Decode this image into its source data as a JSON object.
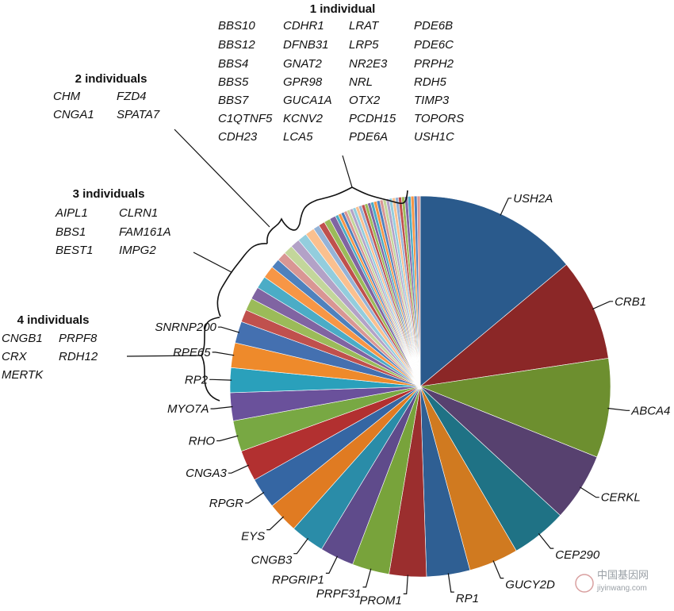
{
  "chart_data": {
    "type": "pie",
    "title": "",
    "slices": [
      {
        "label": "USH2A",
        "value": 53,
        "color": "#2a5a8c"
      },
      {
        "label": "CRB1",
        "value": 33,
        "color": "#8b2727"
      },
      {
        "label": "ABCA4",
        "value": 32,
        "color": "#6d8f2f"
      },
      {
        "label": "CERKL",
        "value": 22,
        "color": "#57416f"
      },
      {
        "label": "CEP290",
        "value": 18,
        "color": "#1f7285"
      },
      {
        "label": "GUCY2D",
        "value": 16,
        "color": "#d07a20"
      },
      {
        "label": "RP1",
        "value": 14,
        "color": "#2f5f93"
      },
      {
        "label": "PROM1",
        "value": 12,
        "color": "#9b2e2e"
      },
      {
        "label": "PRPF31",
        "value": 12,
        "color": "#78a33b"
      },
      {
        "label": "RPGRIP1",
        "value": 11,
        "color": "#5f4b8b"
      },
      {
        "label": "CNGB3",
        "value": 11,
        "color": "#2a8ca8"
      },
      {
        "label": "EYS",
        "value": 10,
        "color": "#e07b22"
      },
      {
        "label": "RPGR",
        "value": 10,
        "color": "#3566a3"
      },
      {
        "label": "CNGA3",
        "value": 10,
        "color": "#b23030"
      },
      {
        "label": "RHO",
        "value": 10,
        "color": "#78a843"
      },
      {
        "label": "MYO7A",
        "value": 9,
        "color": "#6a519b"
      },
      {
        "label": "RP2",
        "value": 8,
        "color": "#2aa0bb"
      },
      {
        "label": "RPE65",
        "value": 8,
        "color": "#ee8a2b"
      },
      {
        "label": "SNRNP200",
        "value": 7,
        "color": "#4470b0"
      }
    ],
    "groups": [
      {
        "heading": "4 individuals",
        "genes": [
          "CNGB1",
          "PRPF8",
          "CRX",
          "RDH12",
          "MERTK"
        ],
        "count_per_gene": 4
      },
      {
        "heading": "3 individuals",
        "genes": [
          "AIPL1",
          "CLRN1",
          "BBS1",
          "FAM161A",
          "BEST1",
          "IMPG2"
        ],
        "count_per_gene": 3
      },
      {
        "heading": "2 individuals",
        "genes": [
          "CHM",
          "FZD4",
          "CNGA1",
          "SPATA7"
        ],
        "count_per_gene": 2
      },
      {
        "heading": "1 individual",
        "genes": [
          "BBS10",
          "CDHR1",
          "LRAT",
          "PDE6B",
          "BBS12",
          "DFNB31",
          "LRP5",
          "PDE6C",
          "BBS4",
          "GNAT2",
          "NR2E3",
          "PRPH2",
          "BBS5",
          "GPR98",
          "NRL",
          "RDH5",
          "BBS7",
          "GUCA1A",
          "OTX2",
          "TIMP3",
          "C1QTNF5",
          "KCNV2",
          "PCDH15",
          "TOPORS",
          "CDH23",
          "LCA5",
          "PDE6A",
          "USH1C"
        ],
        "count_per_gene": 1
      }
    ],
    "group_colors": [
      "#c0504d",
      "#9bbb59",
      "#8064a2",
      "#4bacc6",
      "#f79646",
      "#4f81bd",
      "#d99694",
      "#c3d69b",
      "#b3a2c7",
      "#93cddd",
      "#fac08f",
      "#95b3d7"
    ]
  },
  "watermark": {
    "text": "中国基因网",
    "sub": "jiyinwang.com"
  }
}
